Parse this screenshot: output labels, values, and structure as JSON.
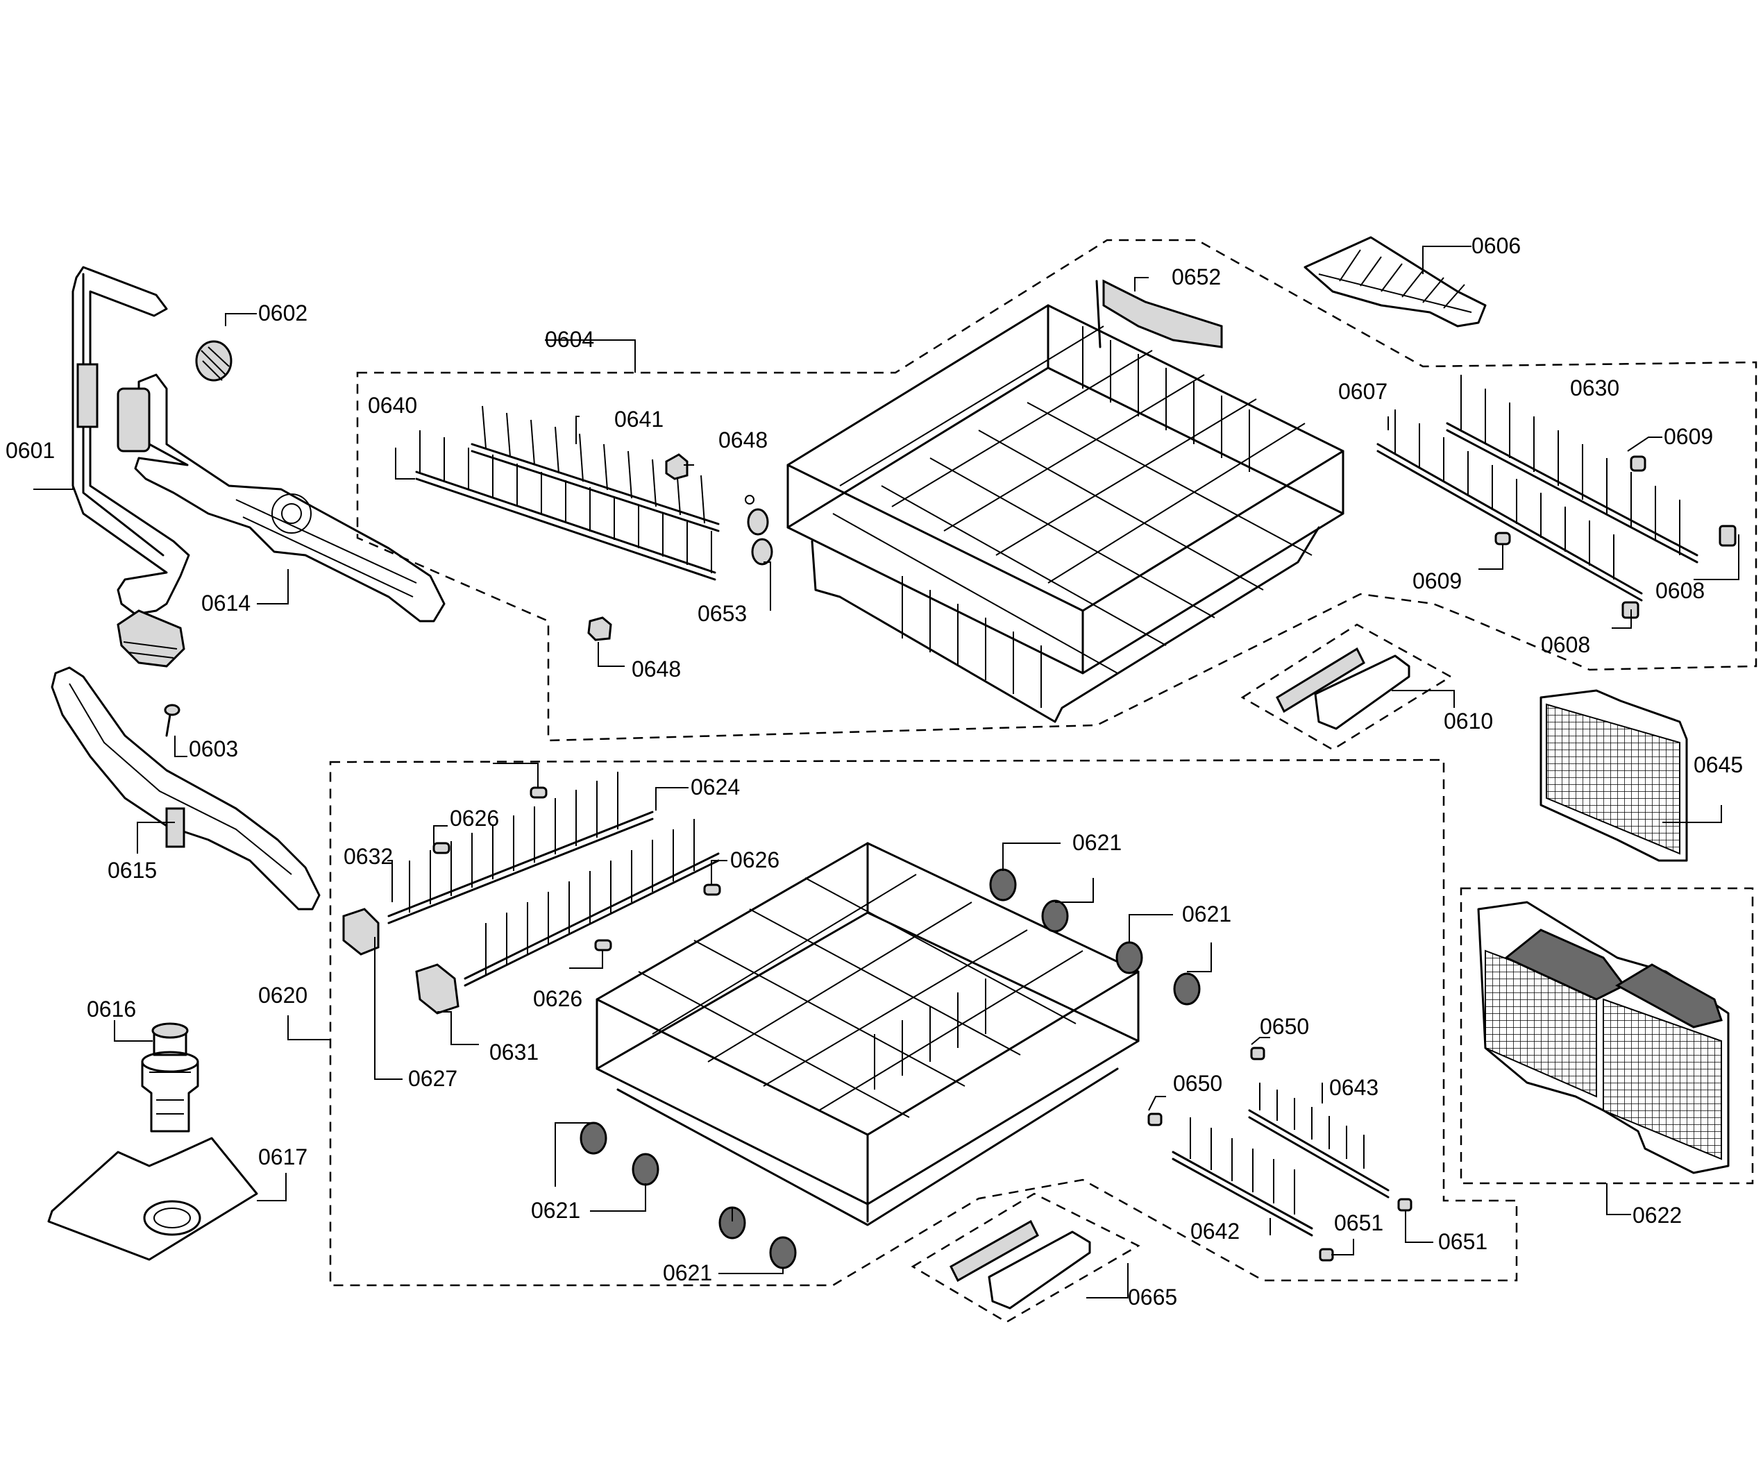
{
  "diagram": {
    "labels": {
      "p0601": "0601",
      "p0602": "0602",
      "p0603": "0603",
      "p0604": "0604",
      "p0606": "0606",
      "p0607": "0607",
      "p0608a": "0608",
      "p0608b": "0608",
      "p0609a": "0609",
      "p0609b": "0609",
      "p0610": "0610",
      "p0614": "0614",
      "p0615": "0615",
      "p0616": "0616",
      "p0617": "0617",
      "p0620": "0620",
      "p0621a": "0621",
      "p0621b": "0621",
      "p0621c": "0621",
      "p0621d": "0621",
      "p0622": "0622",
      "p0624": "0624",
      "p0626a": "0626",
      "p0626b": "0626",
      "p0626c": "0626",
      "p0627": "0627",
      "p0630": "0630",
      "p0631": "0631",
      "p0632": "0632",
      "p0640": "0640",
      "p0641": "0641",
      "p0642": "0642",
      "p0643": "0643",
      "p0645": "0645",
      "p0648a": "0648",
      "p0648b": "0648",
      "p0650a": "0650",
      "p0650b": "0650",
      "p0651a": "0651",
      "p0651b": "0651",
      "p0652": "0652",
      "p0653": "0653",
      "p0665": "0665"
    }
  }
}
